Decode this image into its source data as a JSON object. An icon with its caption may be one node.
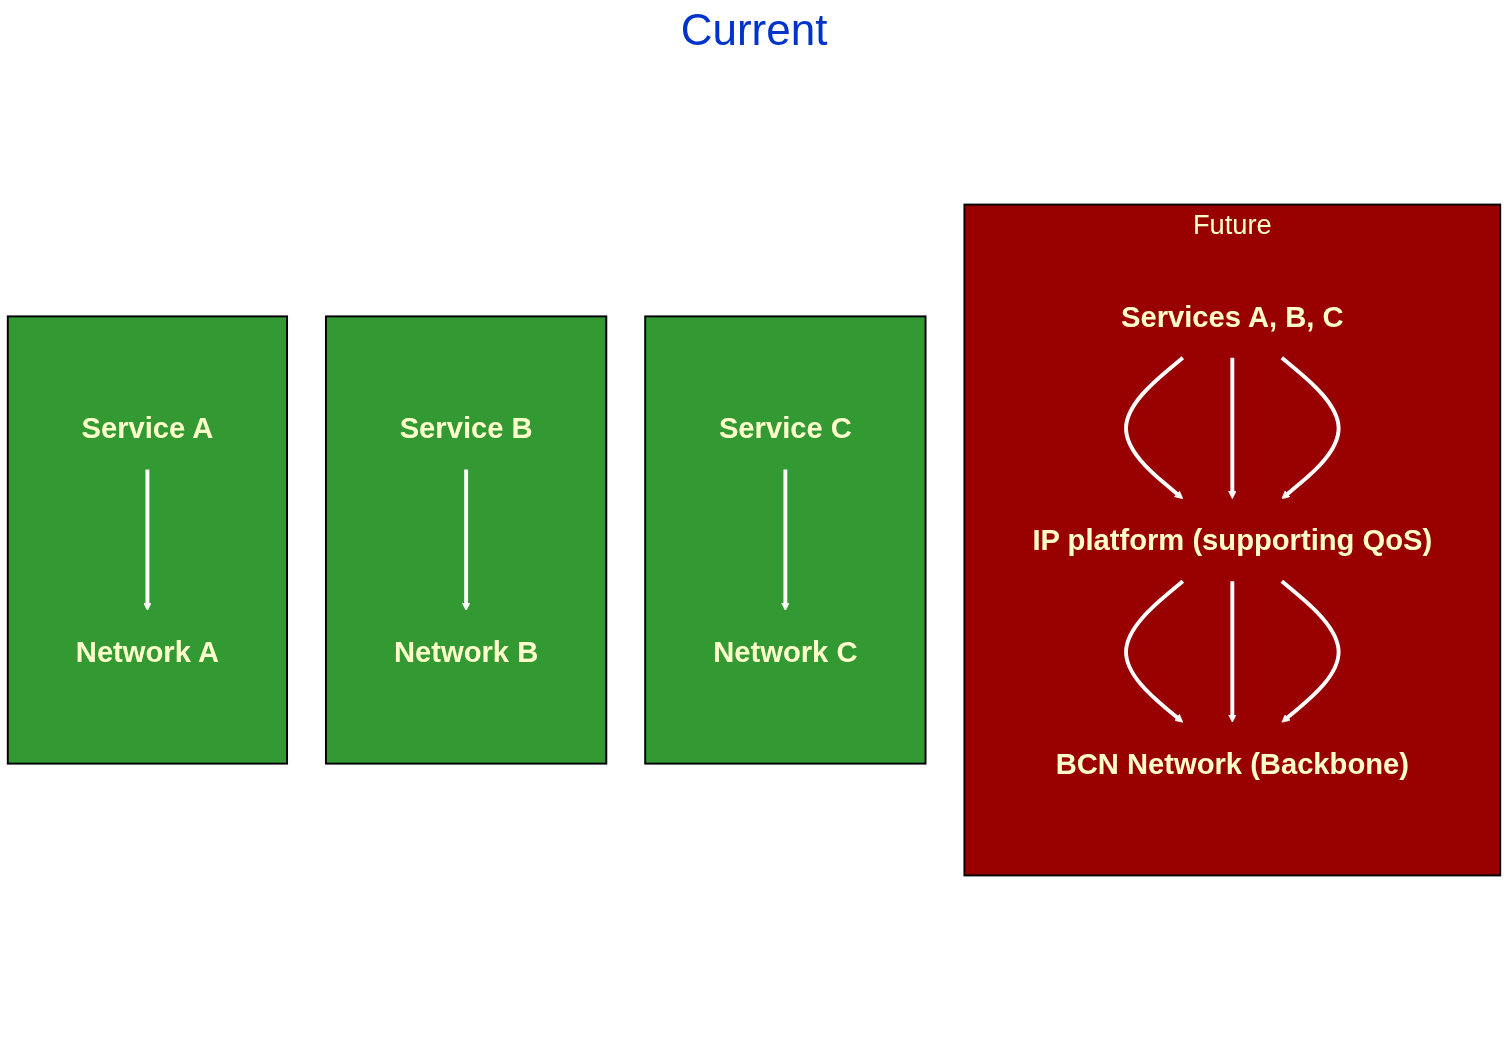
{
  "diagram": {
    "nodes": [
      {
        "text": [],
        "shape": "box"
      },
      {
        "text": [
          "Service A"
        ],
        "in": 0
      },
      {
        "text": [
          "Network A"
        ],
        "in": 0
      },
      {
        "text": [],
        "shape": "box"
      },
      {
        "text": [
          "Service B"
        ],
        "in": 3
      },
      {
        "text": [
          "Network B"
        ],
        "in": 3
      },
      {
        "text": [],
        "shape": "box"
      },
      {
        "text": [
          "Service C"
        ],
        "in": 6
      },
      {
        "text": [
          "Network C"
        ],
        "in": 6
      },
      {
        "text": [
          "Future"
        ]
      },
      {
        "text": [
          "Services A, B, C"
        ],
        "in": 9
      },
      {
        "text": [
          "IP platform (supporting QoS)"
        ],
        "in": 9
      },
      {
        "text": [
          "BCN Network (Backbone)"
        ],
        "in": 9
      }
    ],
    "edges": [
      {
        "from": 1,
        "to": 2,
        "arrow": "to"
      },
      {
        "from": 4,
        "to": 5,
        "arrow": "to"
      },
      {
        "from": 7,
        "to": 8,
        "arrow": "to"
      },
      {
        "from": 10,
        "to": 11,
        "arrow": "to"
      },
      {
        "from": 10,
        "to": 11,
        "arrow": "to"
      },
      {
        "from": 10,
        "to": 11,
        "arrow": "to"
      },
      {
        "from": 11,
        "to": 12,
        "arrow": "to"
      },
      {
        "from": 11,
        "to": 12,
        "arrow": "to"
      },
      {
        "from": 11,
        "to": 12,
        "arrow": "to"
      }
    ],
    "labels": [
      "Current"
    ]
  }
}
